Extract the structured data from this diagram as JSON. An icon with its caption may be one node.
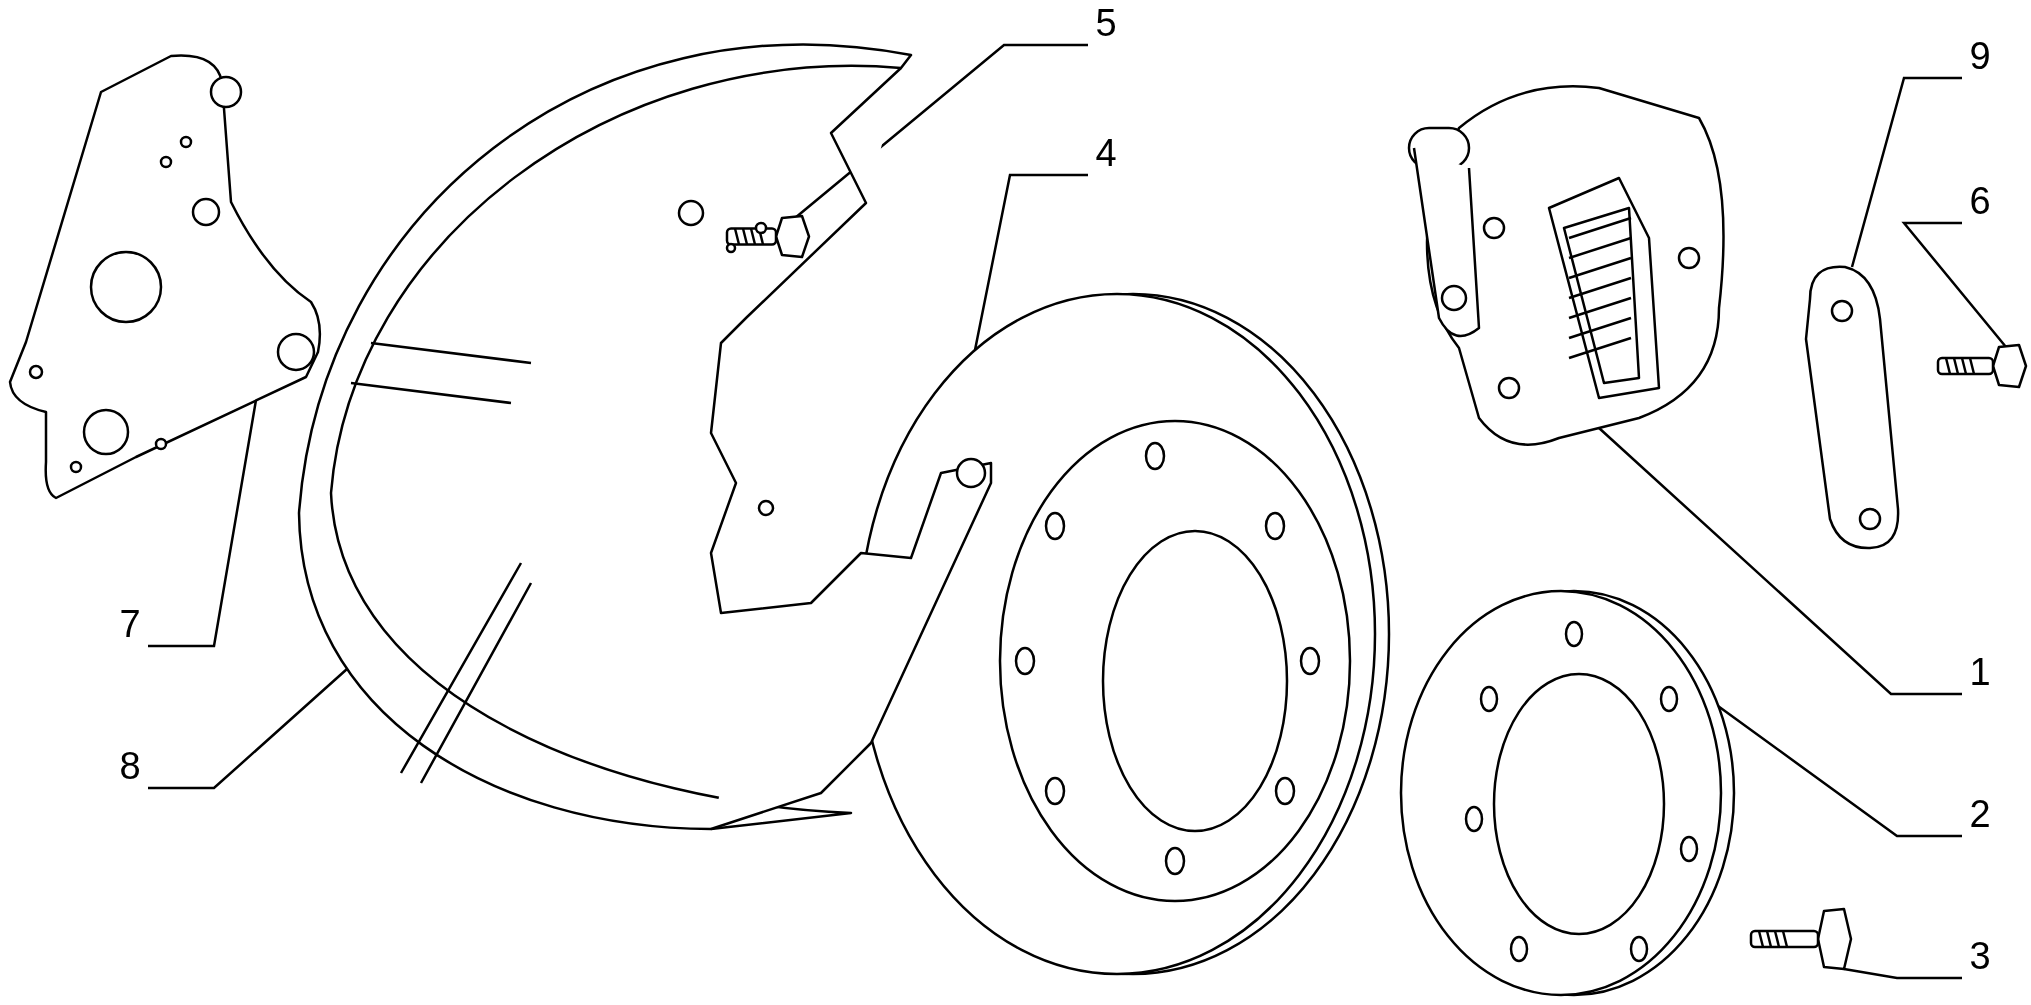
{
  "diagram": {
    "nodes": [
      {
        "text": [
          "5"
        ]
      },
      {
        "text": [
          "4"
        ]
      },
      {
        "text": [
          "9"
        ]
      },
      {
        "text": [
          "6"
        ]
      },
      {
        "text": [
          "7"
        ]
      },
      {
        "text": [
          "8"
        ]
      },
      {
        "text": [
          "1"
        ]
      },
      {
        "text": [
          "2"
        ]
      },
      {
        "text": [
          "3"
        ]
      },
      {
        "text": [],
        "shape": "picture"
      },
      {
        "text": [],
        "shape": "picture"
      },
      {
        "text": [],
        "shape": "picture"
      },
      {
        "text": [],
        "shape": "picture"
      },
      {
        "text": [],
        "shape": "picture"
      },
      {
        "text": [],
        "shape": "picture"
      },
      {
        "text": [],
        "shape": "picture"
      },
      {
        "text": [],
        "shape": "picture"
      },
      {
        "text": [],
        "shape": "picture"
      }
    ],
    "edges": [
      {
        "from": 0,
        "to": 11,
        "arrow": "none"
      },
      {
        "from": 1,
        "to": 12,
        "arrow": "none"
      },
      {
        "from": 2,
        "to": 14,
        "arrow": "none"
      },
      {
        "from": 3,
        "to": 15,
        "arrow": "none"
      },
      {
        "from": 4,
        "to": 9,
        "arrow": "none"
      },
      {
        "from": 5,
        "to": 10,
        "arrow": "none"
      },
      {
        "from": 6,
        "to": 13,
        "arrow": "none"
      },
      {
        "from": 7,
        "to": 16,
        "arrow": "none"
      },
      {
        "from": 8,
        "to": 17,
        "arrow": "none"
      }
    ]
  }
}
